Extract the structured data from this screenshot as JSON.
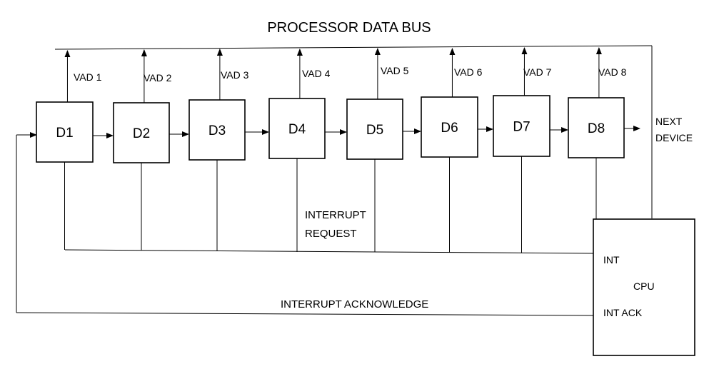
{
  "title": "PROCESSOR DATA BUS",
  "devices": [
    {
      "label": "D1",
      "vad": "VAD 1"
    },
    {
      "label": "D2",
      "vad": "VAD 2"
    },
    {
      "label": "D3",
      "vad": "VAD 3"
    },
    {
      "label": "D4",
      "vad": "VAD 4"
    },
    {
      "label": "D5",
      "vad": "VAD 5"
    },
    {
      "label": "D6",
      "vad": "VAD 6"
    },
    {
      "label": "D7",
      "vad": "VAD 7"
    },
    {
      "label": "D8",
      "vad": "VAD 8"
    }
  ],
  "next_device": [
    "NEXT",
    "DEVICE"
  ],
  "interrupt_request": [
    "INTERRUPT",
    "REQUEST"
  ],
  "interrupt_acknowledge": "INTERRUPT ACKNOWLEDGE",
  "cpu": {
    "int": "INT",
    "label": "CPU",
    "int_ack": "INT ACK"
  },
  "colors": {
    "line": "#000000",
    "background": "#ffffff"
  }
}
